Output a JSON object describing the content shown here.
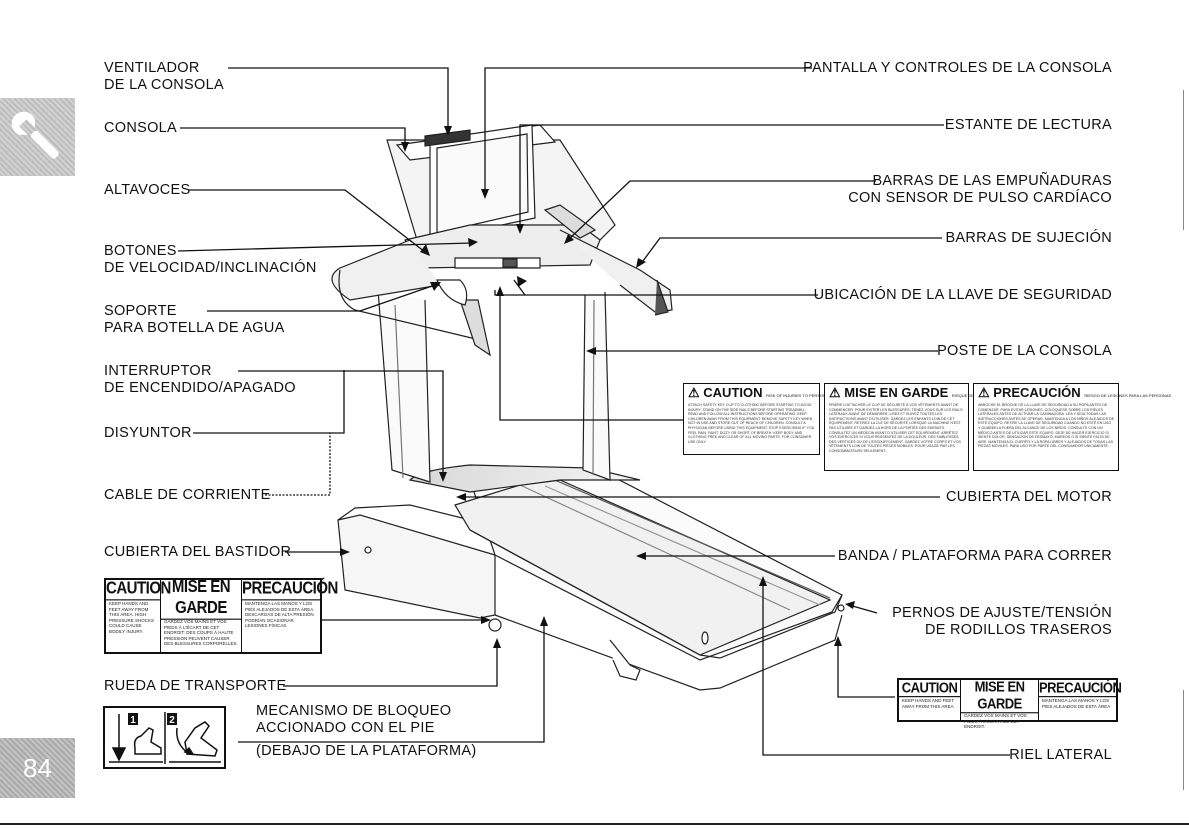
{
  "page_number": "84",
  "icons": {
    "section_tab": "wrench-icon"
  },
  "labels": {
    "ventilador": [
      "VENTILADOR",
      "DE LA CONSOLA"
    ],
    "consola": "CONSOLA",
    "altavoces": "ALTAVOCES",
    "botones": [
      "BOTONES",
      "DE VELOCIDAD/INCLINACIÓN"
    ],
    "soporte": [
      "SOPORTE",
      "PARA BOTELLA DE AGUA"
    ],
    "interruptor": [
      "INTERRUPTOR",
      "DE ENCENDIDO/APAGADO"
    ],
    "disyuntor": "DISYUNTOR",
    "cable": "CABLE DE CORRIENTE",
    "cubierta_bastidor": "CUBIERTA DEL BASTIDOR",
    "rueda": "RUEDA DE TRANSPORTE",
    "mecanismo": [
      "MECANISMO DE BLOQUEO",
      "ACCIONADO CON EL PIE"
    ],
    "debajo": "(DEBAJO DE LA PLATAFORMA)",
    "pantalla": "PANTALLA Y CONTROLES DE LA CONSOLA",
    "estante": "ESTANTE DE LECTURA",
    "barras_pulso": [
      "BARRAS DE LAS EMPUÑADURAS",
      "CON SENSOR DE PULSO CARDÍACO"
    ],
    "barras_sujecion": "BARRAS DE SUJECIÓN",
    "ubicacion_llave": "UBICACIÓN DE LA LLAVE DE SEGURIDAD",
    "poste": "POSTE DE LA CONSOLA",
    "cubierta_motor": "CUBIERTA DEL MOTOR",
    "banda": "BANDA / PLATAFORMA PARA CORRER",
    "pernos": [
      "PERNOS DE AJUSTE/TENSIÓN",
      "DE RODILLOS TRASEROS"
    ],
    "riel": "RIEL LATERAL"
  },
  "warning_left": {
    "headers": [
      "CAUTION",
      "MISE EN GARDE",
      "PRECAUCIÓN"
    ],
    "bodies": [
      "KEEP HANDS AND FEET AWAY FROM THIS AREA. HIGH PRESSURE SHOCKS COULD CAUSE BODILY INJURY.",
      "GARDEZ VOS MAINS ET VOS PIEDS À L'ÉCART DE CET ENDROIT. DES COUPS À HAUTE PRESSION PEUVENT CAUSER DES BLESSURES CORPORELLES.",
      "MANTENGA LAS MANOS Y LOS PIES ALEJADOS DE ESTA ÁREA. DESCARGAS DE ALTA PRESIÓN PODRÍAN OCASIONAR LESIONES FÍSICAS."
    ]
  },
  "warning_right": {
    "headers": [
      "CAUTION",
      "MISE EN GARDE",
      "PRECAUCIÓN"
    ],
    "bodies": [
      "KEEP HANDS AND FEET AWAY FROM THIS AREA",
      "GARDEZ VOS MAINS ET VOS PIEDS À L'ÉCART DE CET ENDROIT.",
      "MANTENGA LAS MANOS Y LOS PIES ALEJADOS DE ESTA ÁREA"
    ]
  },
  "console_warnings": [
    {
      "title": "CAUTION",
      "sub": "RISK OF INJURIES TO PERSONS",
      "body": "ATTACH SAFETY KEY CLIP TO CLOTHING BEFORE STARTING TO AVOID INJURY. STAND ON THE SIDE RAILS BEFORE STARTING TREADMILL. READ AND FOLLOW ALL INSTRUCTIONS BEFORE OPERATING. KEEP CHILDREN AWAY FROM THIS EQUIPMENT. REMOVE SAFETY KEY WHEN NOT IN USE AND STORE OUT OF REACH OF CHILDREN. CONSULT A PHYSICIAN BEFORE USING THIS EQUIPMENT. STOP EXERCISING IF YOU FEEL PAIN, FAINT, DIZZY OR SHORT OF BREATH. KEEP BODY AND CLOTHING FREE AND CLEAR OF ALL MOVING PARTS. FOR CONSUMER USE ONLY."
    },
    {
      "title": "MISE EN GARDE",
      "sub": "RISQUE DE BLESSURES À LA PERSONNE",
      "body": "PRIÈRE D'ATTACHER LE CLIP DE SÉCURITÉ À VOS VÊTEMENTS AVANT DE COMMENCER. POUR ÉVITER LES BLESSURES, TENEZ-VOUS SUR LES RAILS LATÉRAUX AVANT DE DÉMARRER. LISEZ ET SUIVEZ TOUTES LES INSTRUCTIONS AVANT D'UTILISER. GARDEZ LES ENFANTS LOIN DE CET ÉQUIPEMENT. RETIREZ LA CLÉ DE SÉCURITÉ LORSQUE LA MACHINE N'EST PAS UTILISÉE ET GARDEZ-LA HORS DE LA PORTÉE DES ENFANTS. CONSULTEZ UN MÉDECIN AVANT D'UTILISER CET ÉQUIPEMENT. ARRÊTEZ VOS EXERCICES SI VOUS RESSENTEZ DE LA DOULEUR, DES FAIBLESSES, DES VERTIGES OU DE L'ESSOUFFLEMENT. GARDEZ VOTRE CORPS ET VOS VÊTEMENTS LOIN DE TOUTES PIÈCES MOBILES. POUR USAGE PAR LES CONSOMMATEURS SEULEMENT."
    },
    {
      "title": "PRECAUCIÓN",
      "sub": "RIESGO DE LESIONES PARA LAS PERSONAS",
      "body": "ABROCHE EL BROCHE DE LA LLAVE DE SEGURIDAD A SU ROPA ANTES DE COMENZAR. PARA EVITAR LESIONES, COLÓQUESE SOBRE LOS RIELES LATERALES ANTES DE ACTIVAR LA CAMINADORA. LEA Y SIGA TODAS LAS INSTRUCCIONES ANTES DE OPERAR. MANTENGA A LOS NIÑOS ALEJADOS DE ESTE EQUIPO. RETIRE LA LLAVE DE SEGURIDAD CUANDO NO ESTÉ EN USO Y GUÁRDELA FUERA DEL ALCANCE DE LOS NIÑOS. CONSULTE CON UN MÉDICO ANTES DE UTILIZAR ESTE EQUIPO. DEJE DE HACER EJERCICIO SI SIENTE DOLOR, SENSACIÓN DE DESMAYO, MAREOS O SI SIENTE FALTA DE AIRE. MANTENGA EL CUERPO Y LA ROPA LIBRES Y ALEJADOS DE TODAS LAS PIEZAS MÓVILES. PARA USO POR PARTE DEL CONSUMIDOR ÚNICAMENTE."
    }
  ],
  "foot_steps": [
    "1",
    "2"
  ]
}
